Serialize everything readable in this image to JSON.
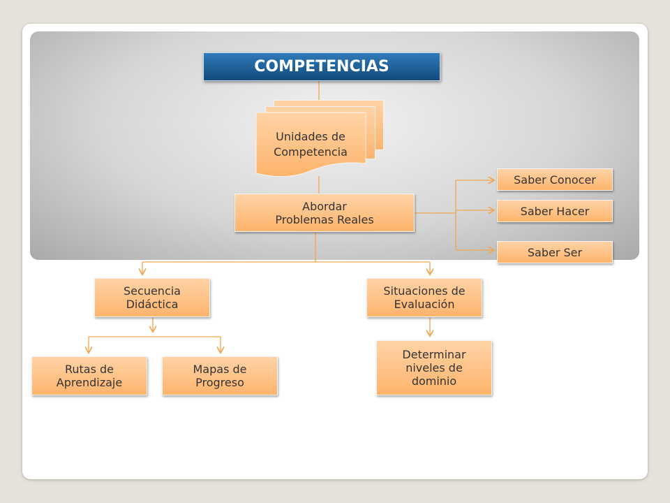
{
  "diagram": {
    "title": "COMPETENCIAS",
    "units_of_competence": "Unidades de\nCompetencia",
    "address_problems": "Abordar\nProblemas Reales",
    "saber_conocer": "Saber Conocer",
    "saber_hacer": "Saber Hacer",
    "saber_ser": "Saber Ser",
    "didactic_sequence": "Secuencia\nDidáctica",
    "evaluation_situations": "Situaciones de\nEvaluación",
    "learning_routes": "Rutas de\nAprendizaje",
    "progress_maps": "Mapas de\nProgreso",
    "mastery_levels": "Determinar\nniveles de\ndominio"
  },
  "colors": {
    "title_fill": "#1a5a92",
    "node_fill": "#fdb46c",
    "connector": "#f0a64f"
  }
}
